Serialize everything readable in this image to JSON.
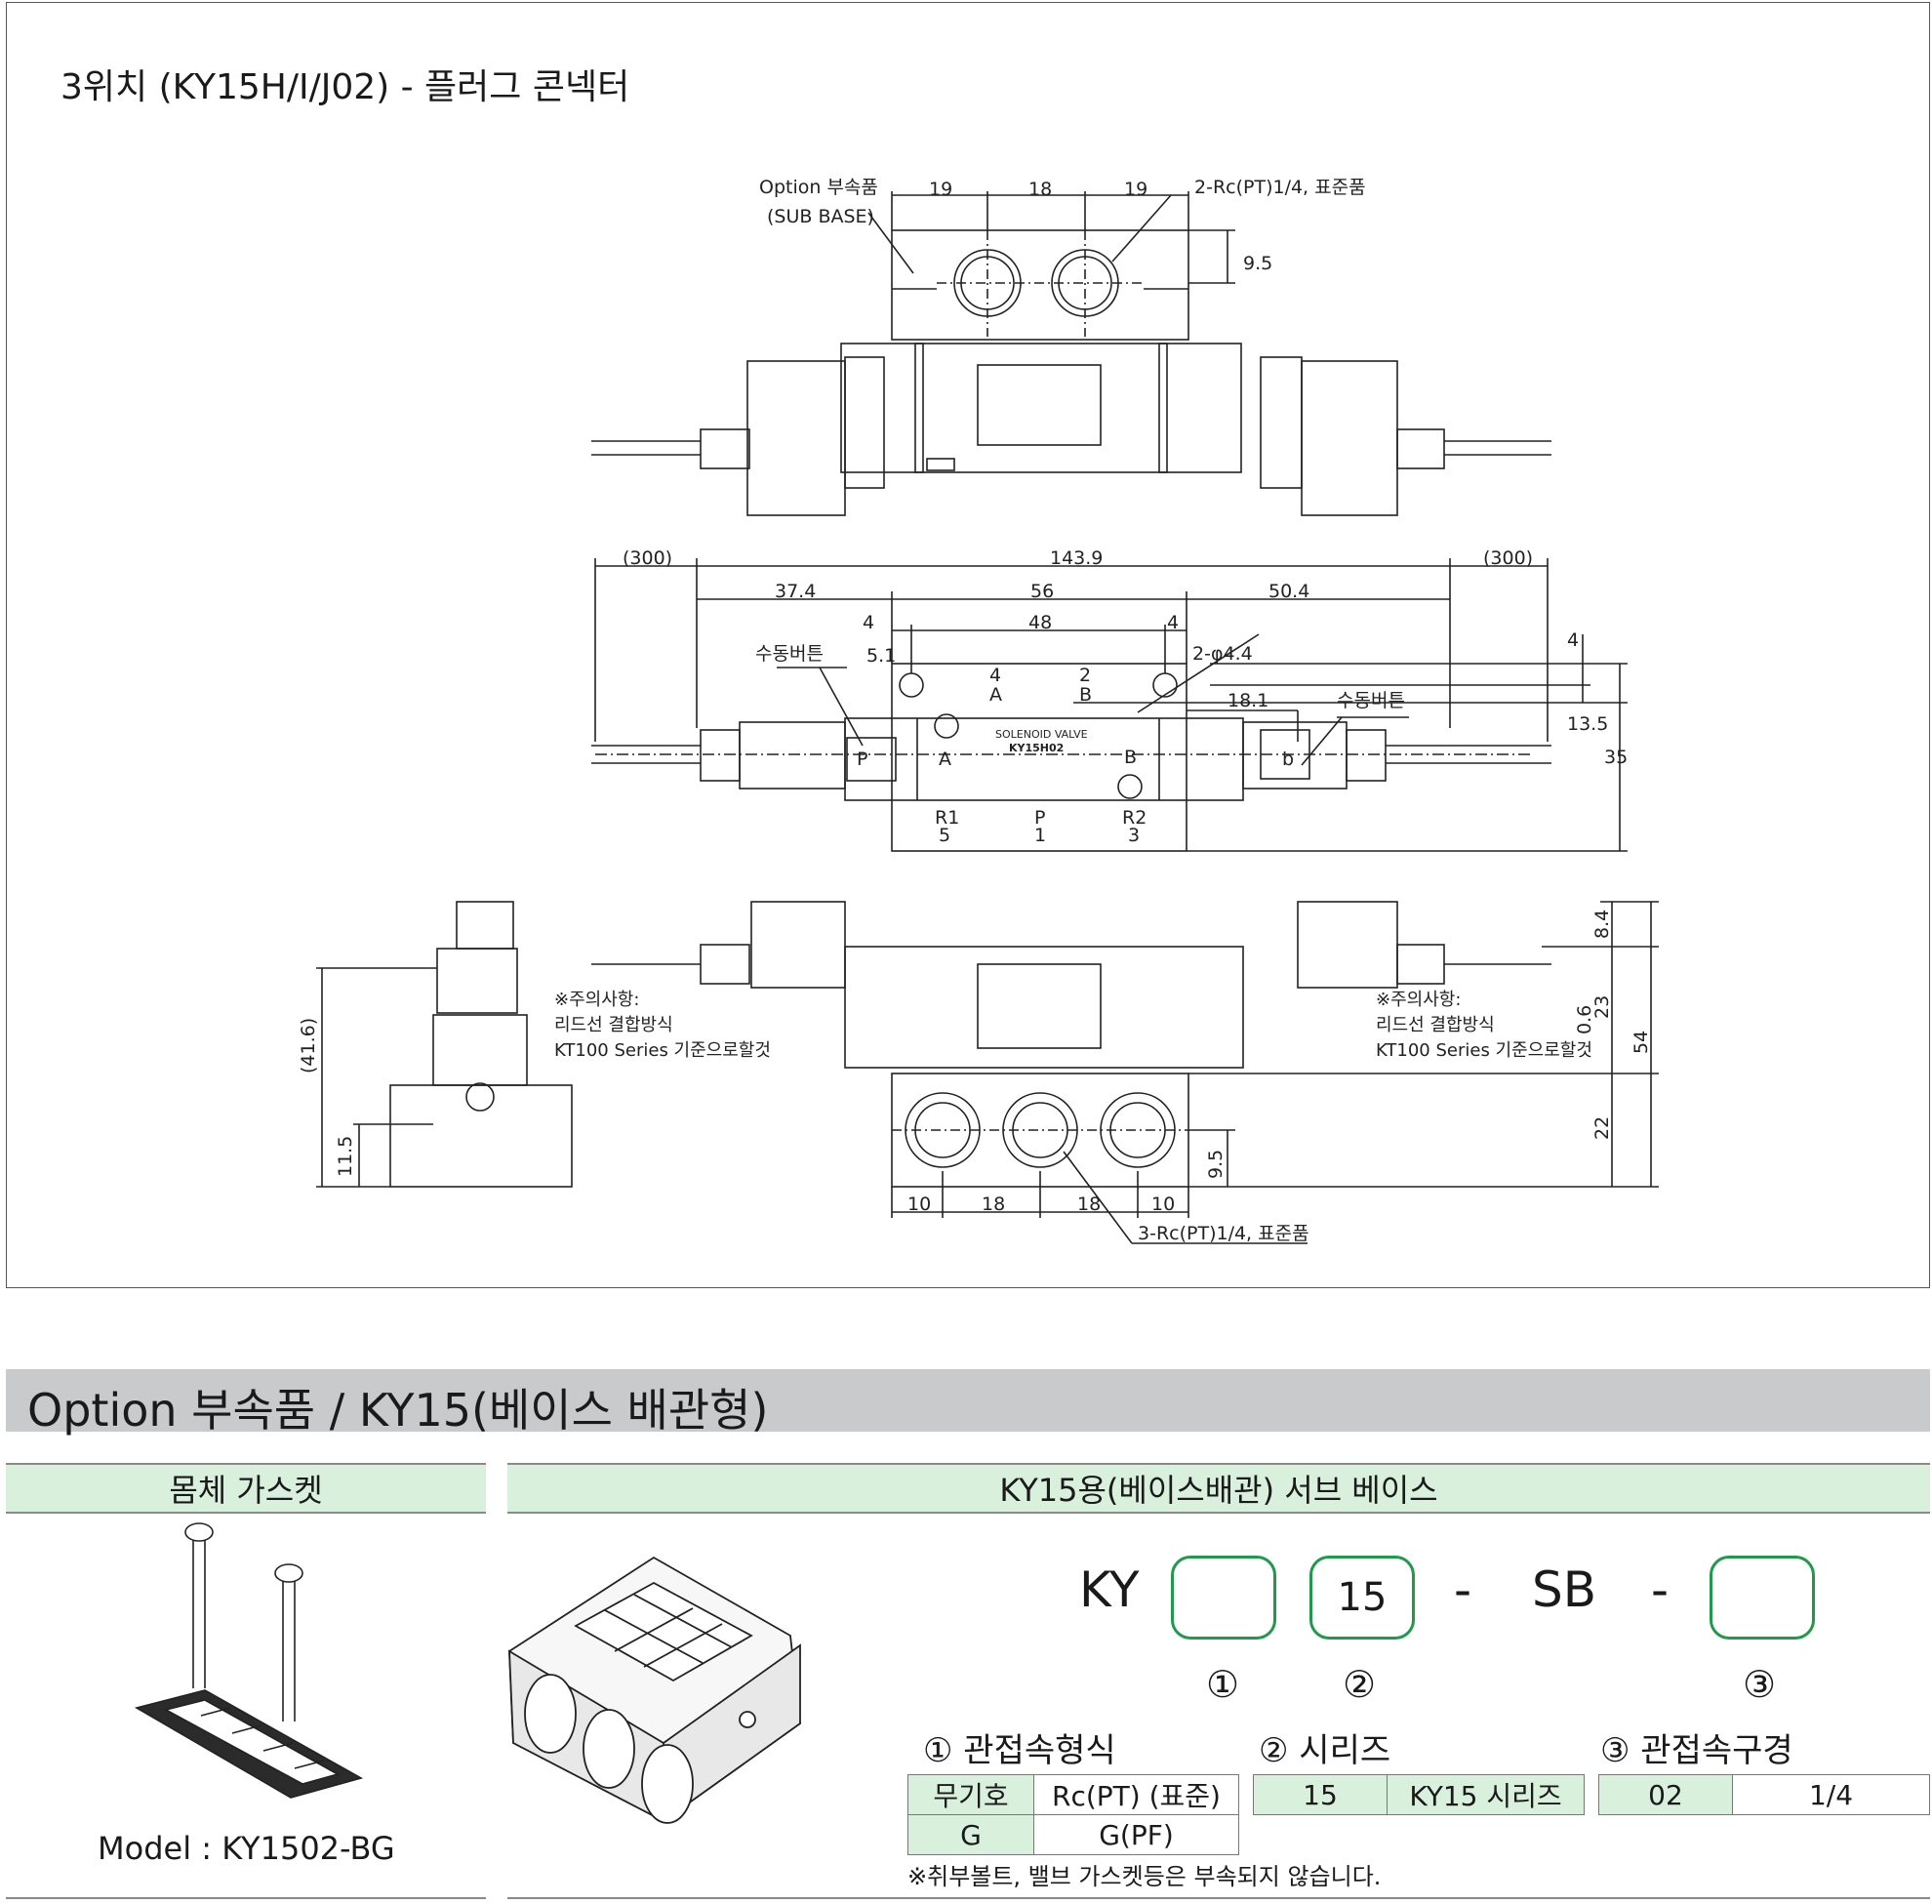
{
  "drawing": {
    "title": "3위치 (KY15H/I/J02) - 플러그 콘넥터",
    "top_view": {
      "option_label": "Option 부속품",
      "sub_base_label": "(SUB BASE)",
      "dims": [
        "19",
        "18",
        "19",
        "9.5"
      ],
      "port_label": "2-Rc(PT)1/4, 표준품"
    },
    "front_view": {
      "dims_top": [
        "(300)",
        "143.9",
        "(300)"
      ],
      "dims_second": [
        "37.4",
        "56",
        "50.4"
      ],
      "dims_third": [
        "4",
        "48",
        "4"
      ],
      "hole_label": "2-φ4.4",
      "manual_button": "수동버튼",
      "dim_5_1": "5.1",
      "dim_18_1": "18.1",
      "dims_right": [
        "4",
        "13.5",
        "35"
      ],
      "body_text": [
        "SOLENOID VALVE",
        "KY15H02"
      ],
      "port_marks": [
        {
          "top": "4",
          "bottom": "A"
        },
        {
          "top": "2",
          "bottom": "B"
        }
      ],
      "port_labels_a_b": [
        "A",
        "B"
      ],
      "bottom_ports": [
        {
          "top": "R1",
          "bottom": "5"
        },
        {
          "top": "P",
          "bottom": "1"
        },
        {
          "top": "R2",
          "bottom": "3"
        }
      ],
      "side_marks": [
        "P",
        "b"
      ]
    },
    "side_view": {
      "dim_41_6": "(41.6)",
      "dim_11_5": "11.5",
      "caution": [
        "※주의사항:",
        "리드선 결합방식",
        "KT100 Series 기준으로할것"
      ],
      "dims_right": [
        "8.4",
        "23",
        "0.6",
        "54",
        "22",
        "9.5"
      ],
      "dims_bottom": [
        "10",
        "18",
        "18",
        "10"
      ],
      "port_label": "3-Rc(PT)1/4, 표준품"
    }
  },
  "option": {
    "banner": "Option 부속품 / KY15(베이스 배관형)",
    "gasket_header": "몸체 가스켓",
    "subbase_header": "KY15용(베이스배관) 서브 베이스",
    "gasket_model": "Model : KY1502-BG",
    "code": {
      "prefix": "KY",
      "box1": "",
      "box2": "15",
      "dash1": "-",
      "mid": "SB",
      "dash2": "-",
      "box3": "",
      "markers": [
        "①",
        "②",
        "③"
      ]
    },
    "spec1": {
      "title": "① 관접속형식",
      "rows": [
        [
          "무기호",
          "Rc(PT) (표준)"
        ],
        [
          "G",
          "G(PF)"
        ]
      ]
    },
    "spec2": {
      "title": "② 시리즈",
      "rows": [
        [
          "15",
          "KY15 시리즈"
        ]
      ]
    },
    "spec3": {
      "title": "③ 관접속구경",
      "rows": [
        [
          "02",
          "1/4"
        ]
      ]
    },
    "footnote": "※취부볼트, 밸브 가스켓등은 부속되지 않습니다.",
    "accent_color": "#1e9a4a",
    "header_bg": "#d9f0dd",
    "banner_bg": "#c9cacc"
  }
}
